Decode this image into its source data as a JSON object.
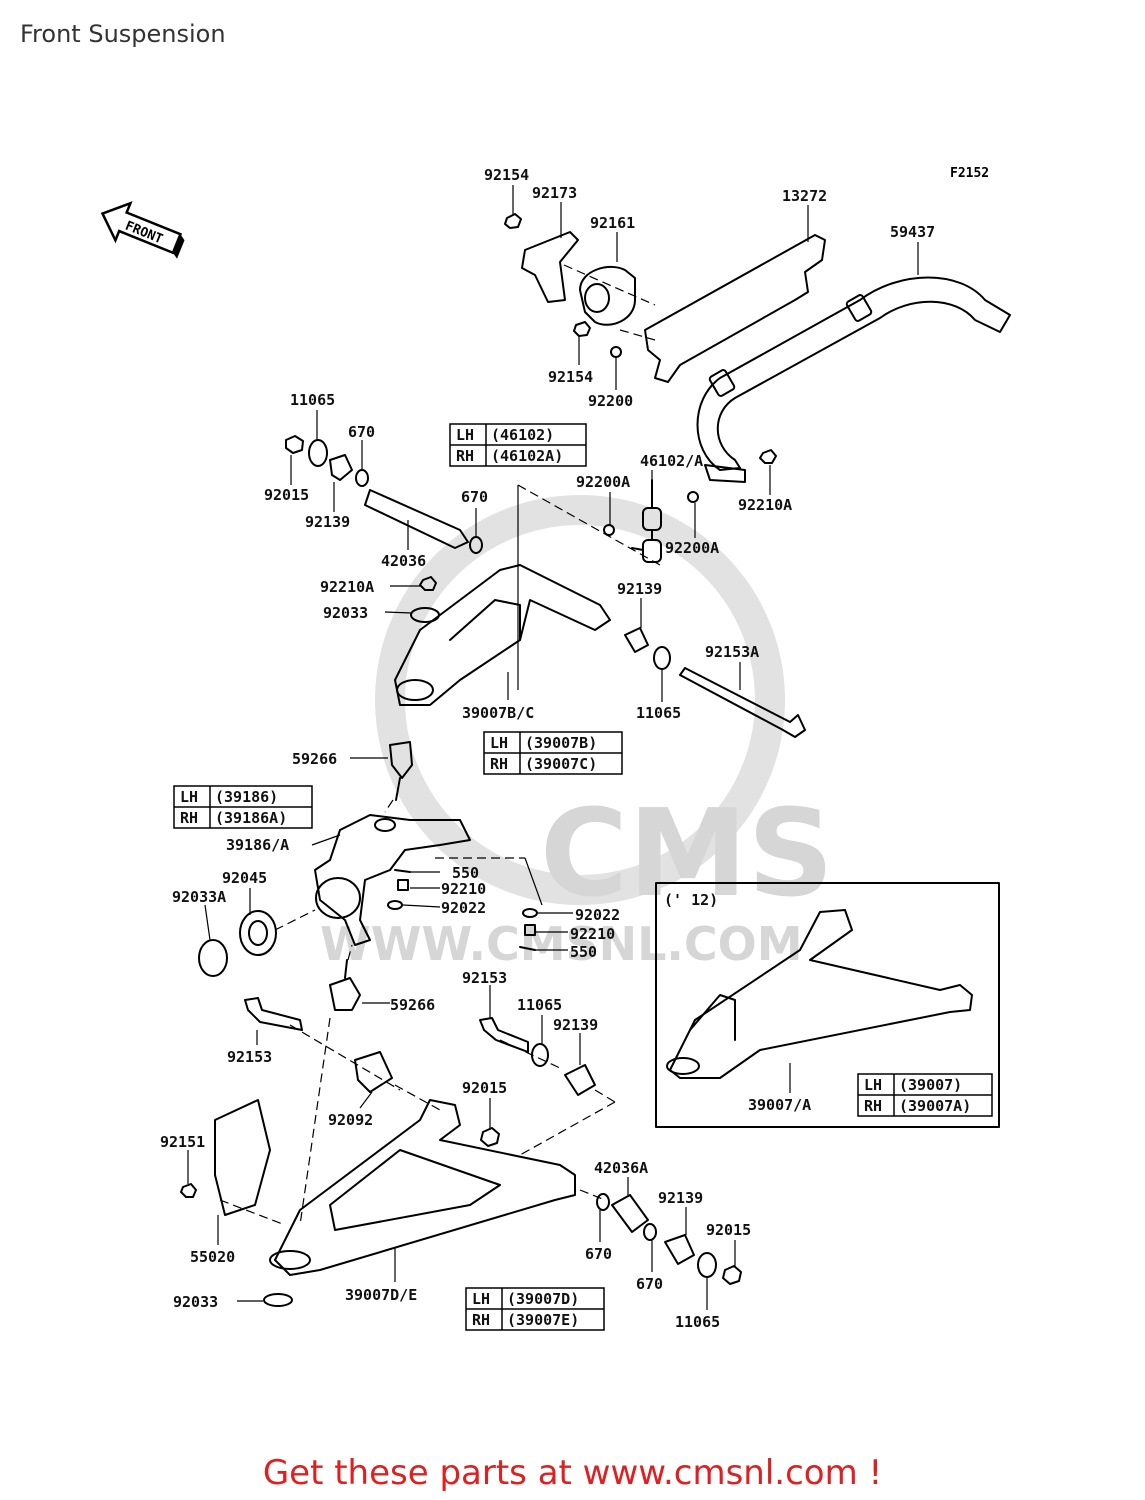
{
  "title": "Front Suspension",
  "figure_code": "F2152",
  "front_marker": "FRONT",
  "watermark": {
    "logo": "CMS",
    "url": "WWW.CMSNL.COM"
  },
  "inset_label": "(' 12)",
  "callouts": {
    "c92154a": "92154",
    "c92173": "92173",
    "c92161": "92161",
    "c13272": "13272",
    "c59437": "59437",
    "c92154b": "92154",
    "c92200": "92200",
    "c11065a": "11065",
    "c670a": "670",
    "c92015a": "92015",
    "c92139a": "92139",
    "c670b": "670",
    "c42036": "42036",
    "c92200Aa": "92200A",
    "c46102": "46102/A",
    "c92210Aa": "92210A",
    "c92200Ab": "92200A",
    "c92210Ab": "92210A",
    "c92033a": "92033",
    "c92139b": "92139",
    "c92153A": "92153A",
    "c11065b": "11065",
    "c39007BC": "39007B/C",
    "c59266a": "59266",
    "c39186A": "39186/A",
    "c550a": "550",
    "c92210a": "92210",
    "c92022a": "92022",
    "c92045": "92045",
    "c92033A": "92033A",
    "c92022b": "92022",
    "c92210b": "92210",
    "c550b": "550",
    "c59266b": "59266",
    "c92153a": "92153",
    "c11065c": "11065",
    "c92139c": "92139",
    "c92153b": "92153",
    "c92092": "92092",
    "c92015b": "92015",
    "c92151": "92151",
    "c42036A": "42036A",
    "c92139d": "92139",
    "c92015c": "92015",
    "c55020": "55020",
    "c670c": "670",
    "c670d": "670",
    "c92033b": "92033",
    "c39007DE": "39007D/E",
    "c11065d": "11065",
    "c39007A": "39007/A"
  },
  "tables": {
    "t46102": [
      [
        "LH",
        "(46102)"
      ],
      [
        "RH",
        "(46102A)"
      ]
    ],
    "t39007BC": [
      [
        "LH",
        "(39007B)"
      ],
      [
        "RH",
        "(39007C)"
      ]
    ],
    "t39186": [
      [
        "LH",
        "(39186)"
      ],
      [
        "RH",
        "(39186A)"
      ]
    ],
    "t39007": [
      [
        "LH",
        "(39007)"
      ],
      [
        "RH",
        "(39007A)"
      ]
    ],
    "t39007DE": [
      [
        "LH",
        "(39007D)"
      ],
      [
        "RH",
        "(39007E)"
      ]
    ]
  },
  "cta": "Get these parts at www.cmsnl.com !",
  "colors": {
    "cta": "#e02020",
    "watermark": "#d8d8d8",
    "lines": "#000000"
  }
}
